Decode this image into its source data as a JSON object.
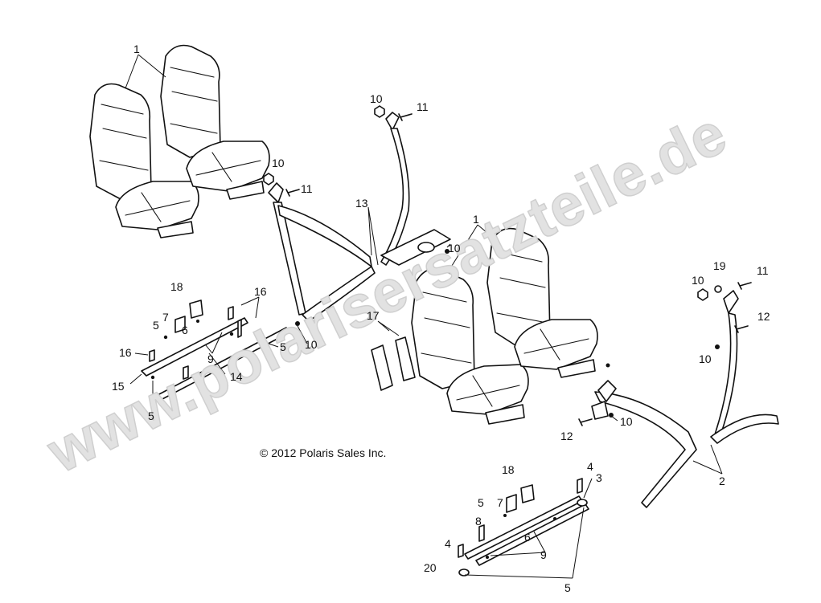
{
  "copyright": "© 2012 Polaris Sales Inc.",
  "watermark": "www.polarisersatzteile.de",
  "callouts": {
    "c_1a": "1",
    "c_1b": "1",
    "c_2": "2",
    "c_3": "3",
    "c_4a": "4",
    "c_4b": "4",
    "c_5a": "5",
    "c_5b": "5",
    "c_5c": "5",
    "c_5d": "5",
    "c_5e": "5",
    "c_6a": "6",
    "c_6b": "6",
    "c_7a": "7",
    "c_7b": "7",
    "c_8": "8",
    "c_9a": "9",
    "c_9b": "9",
    "c_10a": "10",
    "c_10b": "10",
    "c_10c": "10",
    "c_10d": "10",
    "c_10e": "10",
    "c_10f": "10",
    "c_10g": "10",
    "c_11a": "11",
    "c_11b": "11",
    "c_11c": "11",
    "c_12a": "12",
    "c_12b": "12",
    "c_13": "13",
    "c_14": "14",
    "c_15": "15",
    "c_16a": "16",
    "c_16b": "16",
    "c_17": "17",
    "c_18a": "18",
    "c_18b": "18",
    "c_19": "19",
    "c_20": "20"
  }
}
